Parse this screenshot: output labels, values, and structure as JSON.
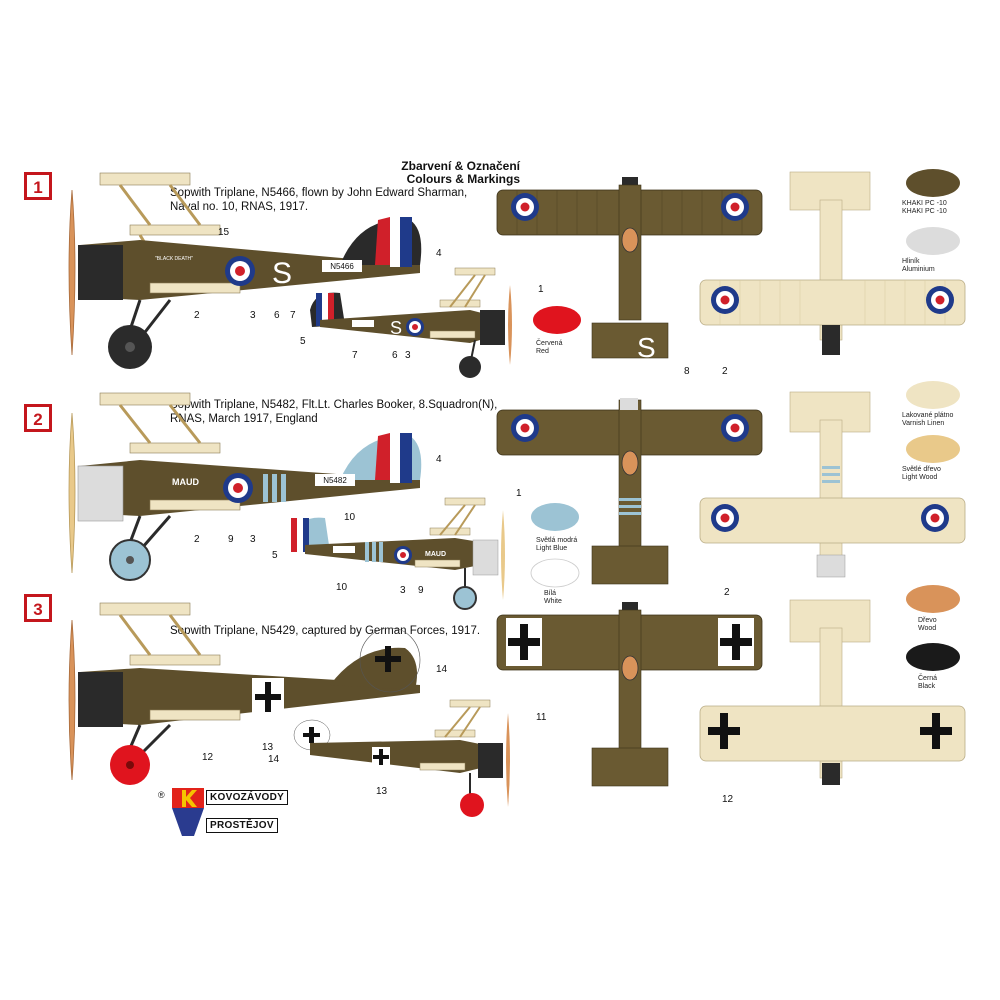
{
  "header": {
    "title_cz": "Zbarvení & Označení",
    "title_en": "Colours & Markings"
  },
  "variants": [
    {
      "badge": "1",
      "caption_line1": "Sopwith Triplane, N5466, flown by John Edward Sharman,",
      "caption_line2": "Naval no. 10, RNAS, 1917.",
      "serial": "N5466",
      "code": "S",
      "nickname": "\"BLACK DEATH\"",
      "callouts": [
        "15",
        "4",
        "2",
        "3",
        "6",
        "7",
        "5",
        "7",
        "6",
        "3",
        "1",
        "8",
        "2"
      ]
    },
    {
      "badge": "2",
      "caption_line1": "Sopwith Triplane, N5482, Flt.Lt. Charles Booker, 8.Squadron(N),",
      "caption_line2": "RNAS, March 1917, England",
      "serial": "N5482",
      "nickname": "MAUD",
      "callouts": [
        "4",
        "10",
        "2",
        "9",
        "3",
        "5",
        "10",
        "3",
        "9",
        "1",
        "2"
      ]
    },
    {
      "badge": "3",
      "caption_line1": "Sopwith Triplane, N5429, captured by German Forces, 1917.",
      "callouts": [
        "14",
        "12",
        "13",
        "14",
        "13",
        "11",
        "12"
      ]
    }
  ],
  "swatches": [
    {
      "label_cz": "KHAKI PC -10",
      "label_en": "KHAKI PC -10",
      "color": "#5e4f2c"
    },
    {
      "label_cz": "Hliník",
      "label_en": "Aluminium",
      "color": "#dcdcdc"
    },
    {
      "label_cz": "Červená",
      "label_en": "Red",
      "color": "#e0141e"
    },
    {
      "label_cz": "Lakované plátno",
      "label_en": "Varnish Linen",
      "color": "#efe4c3"
    },
    {
      "label_cz": "Světlé dřevo",
      "label_en": "Light Wood",
      "color": "#e9c98a"
    },
    {
      "label_cz": "Světlá modrá",
      "label_en": "Light Blue",
      "color": "#9cc3d4"
    },
    {
      "label_cz": "Bílá",
      "label_en": "White",
      "color": "#ffffff"
    },
    {
      "label_cz": "Dřevo",
      "label_en": "Wood",
      "color": "#d9935a"
    },
    {
      "label_cz": "Černá",
      "label_en": "Black",
      "color": "#1a1a1a"
    }
  ],
  "logo": {
    "line1": "KOVOZÁVODY",
    "line2": "PROSTĚJOV",
    "registered": "®"
  },
  "colors": {
    "khaki": "#5e4f2c",
    "linen": "#efe4c3",
    "wood": "#d9935a",
    "red": "#d0202a",
    "blue": "#1f3a8a",
    "badge_red": "#c4161c"
  }
}
